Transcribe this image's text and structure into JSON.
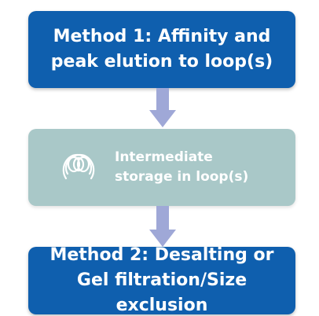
{
  "colors": {
    "box_blue": "#0f5fae",
    "box_teal": "#a9c8c8",
    "arrow": "#9fa8d7",
    "icon_stroke": "#ffffff"
  },
  "step1": {
    "line1": "Method 1: Affinity and",
    "line2": "peak elution to loop(s)"
  },
  "step2": {
    "icon": "loop-coil-icon",
    "line1": "Intermediate",
    "line2": "storage in loop(s)"
  },
  "step3": {
    "line1": "Method 2: Desalting or",
    "line2": "Gel filtration/Size exclusion"
  }
}
